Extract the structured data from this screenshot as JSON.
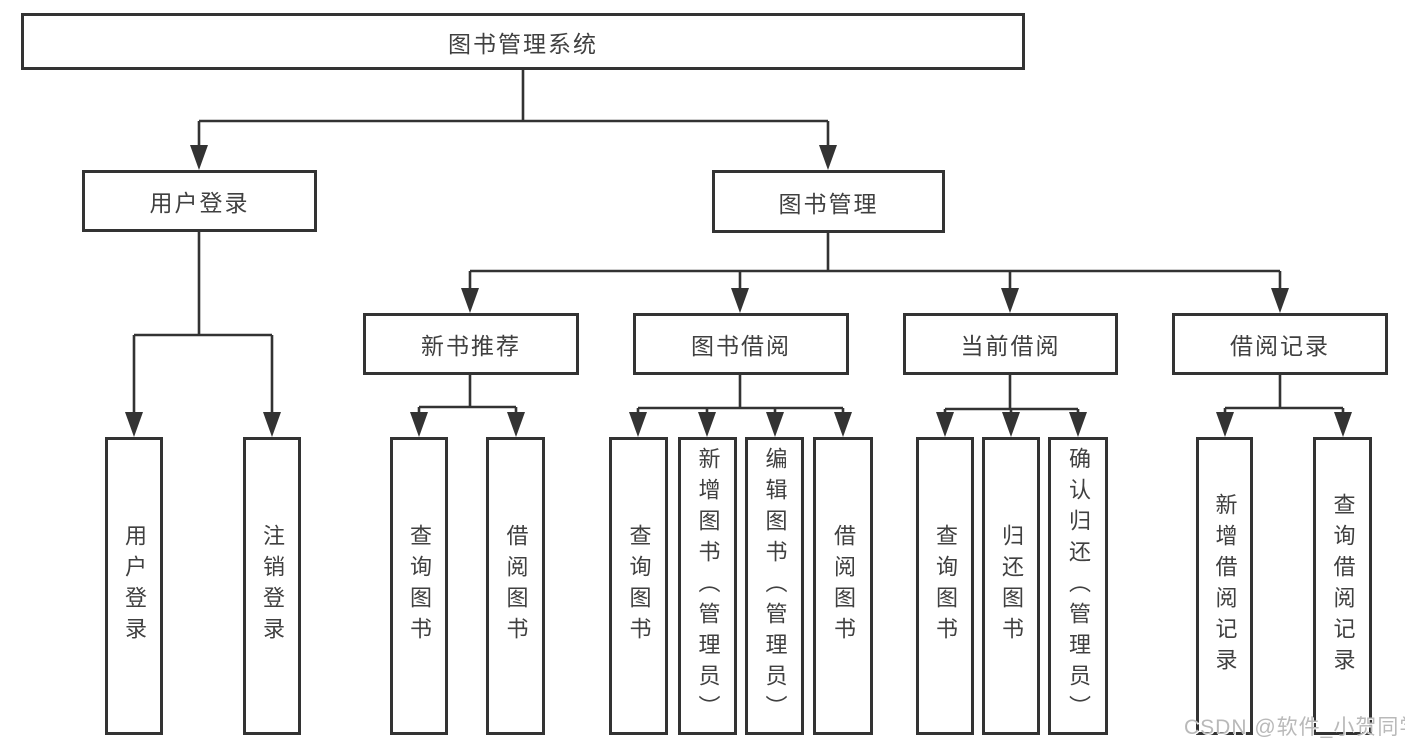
{
  "tree": {
    "label": "图书管理系统",
    "children": [
      {
        "label": "用户登录",
        "children": [
          {
            "label": "用户登录"
          },
          {
            "label": "注销登录"
          }
        ]
      },
      {
        "label": "图书管理",
        "children": [
          {
            "label": "新书推荐",
            "children": [
              {
                "label": "查询图书"
              },
              {
                "label": "借阅图书"
              }
            ]
          },
          {
            "label": "图书借阅",
            "children": [
              {
                "label": "查询图书"
              },
              {
                "label": "新增图书（管理员）"
              },
              {
                "label": "编辑图书（管理员）"
              },
              {
                "label": "借阅图书"
              }
            ]
          },
          {
            "label": "当前借阅",
            "children": [
              {
                "label": "查询图书"
              },
              {
                "label": "归还图书"
              },
              {
                "label": "确认归还（管理员）"
              }
            ]
          },
          {
            "label": "借阅记录",
            "children": [
              {
                "label": "新增借阅记录"
              },
              {
                "label": "查询借阅记录"
              }
            ]
          }
        ]
      }
    ]
  },
  "watermark": "CSDN @软件_小贺同学",
  "colors": {
    "line": "#333333",
    "text": "#404040",
    "watermark": "#b9b9b9",
    "background": "#ffffff"
  }
}
